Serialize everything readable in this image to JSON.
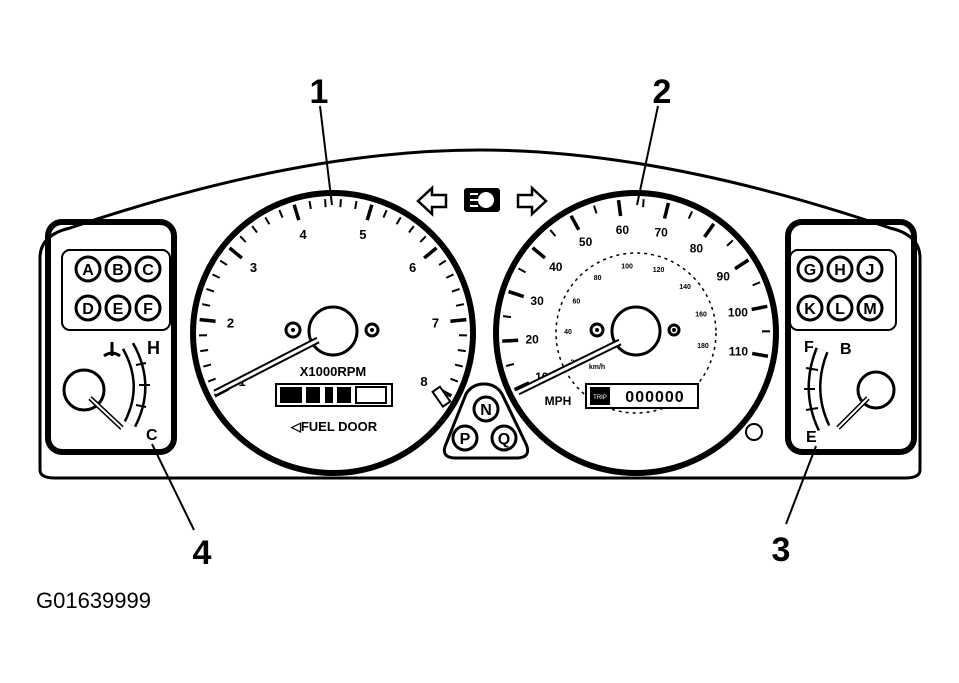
{
  "callouts": [
    "1",
    "2",
    "3",
    "4"
  ],
  "tachometer": {
    "ticks": [
      "1",
      "2",
      "3",
      "4",
      "5",
      "6",
      "7",
      "8"
    ],
    "unit": "X1000RPM",
    "fuel_door": "◁FUEL DOOR"
  },
  "speedometer": {
    "mph_ticks": [
      "10",
      "20",
      "30",
      "40",
      "50",
      "60",
      "70",
      "80",
      "90",
      "100",
      "110"
    ],
    "kmh_ticks": [
      "20",
      "40",
      "60",
      "80",
      "100",
      "120",
      "140",
      "160",
      "180"
    ],
    "kmh_unit": "km/h",
    "unit": "MPH",
    "odo_left": "TRIP",
    "odo_digits": "000000"
  },
  "left_panel": {
    "lamps": [
      "A",
      "B",
      "C",
      "D",
      "E",
      "F"
    ],
    "temp_high": "H",
    "temp_low": "C"
  },
  "right_panel": {
    "lamps": [
      "G",
      "H",
      "J",
      "K",
      "L",
      "M"
    ],
    "fuel_full": "F",
    "fuel_empty": "E",
    "fuel_b": "B"
  },
  "center_lamps": [
    "N",
    "P",
    "Q"
  ],
  "figure_id": "G01639999"
}
